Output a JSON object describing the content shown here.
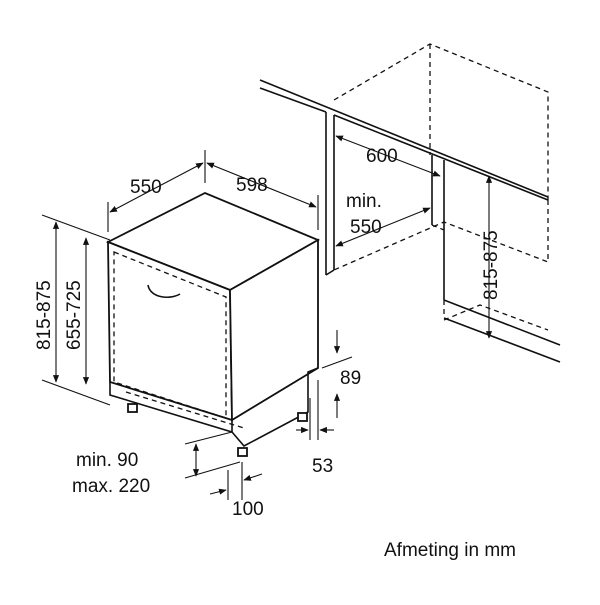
{
  "dimensions": {
    "depth": "550",
    "width": "598",
    "niche_width": "600",
    "niche_depth_min": "min.",
    "niche_depth_value": "550",
    "total_height": "815-875",
    "niche_height": "815-875",
    "door_height": "655-725",
    "plinth_height": "89",
    "foot_gap": "53",
    "plinth_min": "min. 90",
    "plinth_max": "max. 220",
    "plinth_depth": "100"
  },
  "caption": "Afmeting in mm"
}
